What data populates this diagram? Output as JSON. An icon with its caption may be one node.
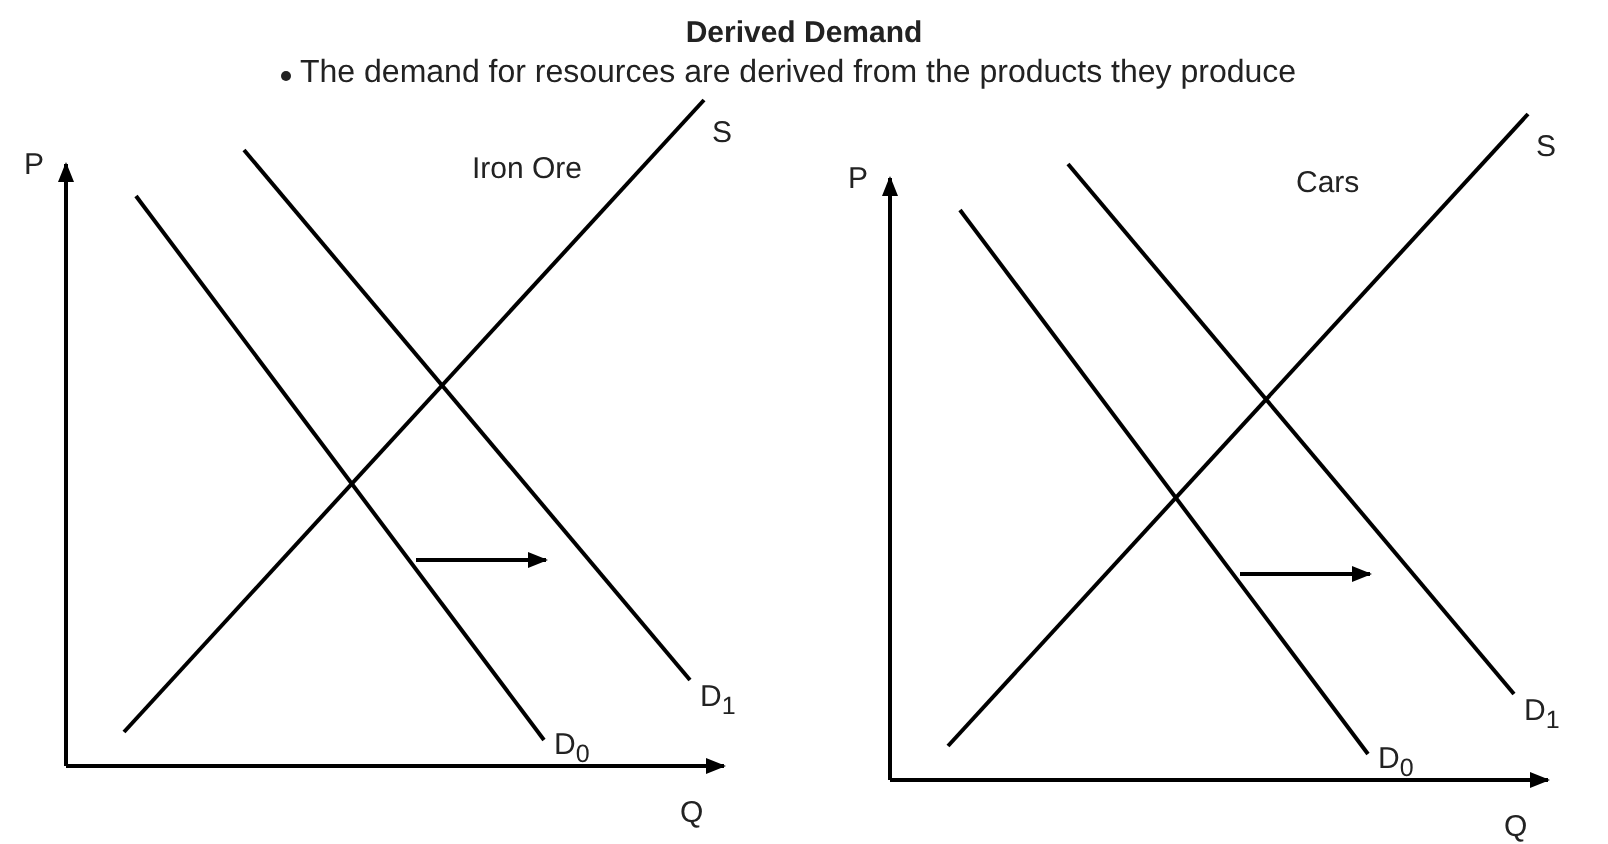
{
  "diagram": {
    "title": "Derived Demand",
    "labels": [
      "The demand for resources are derived from the products they produce",
      "P",
      "Iron Ore",
      "S",
      "D$_{1}$",
      "D$_{0}$",
      "Q",
      "P",
      "Cars",
      "S",
      "D$_{1}$",
      "D$_{0}$",
      "Q"
    ]
  }
}
